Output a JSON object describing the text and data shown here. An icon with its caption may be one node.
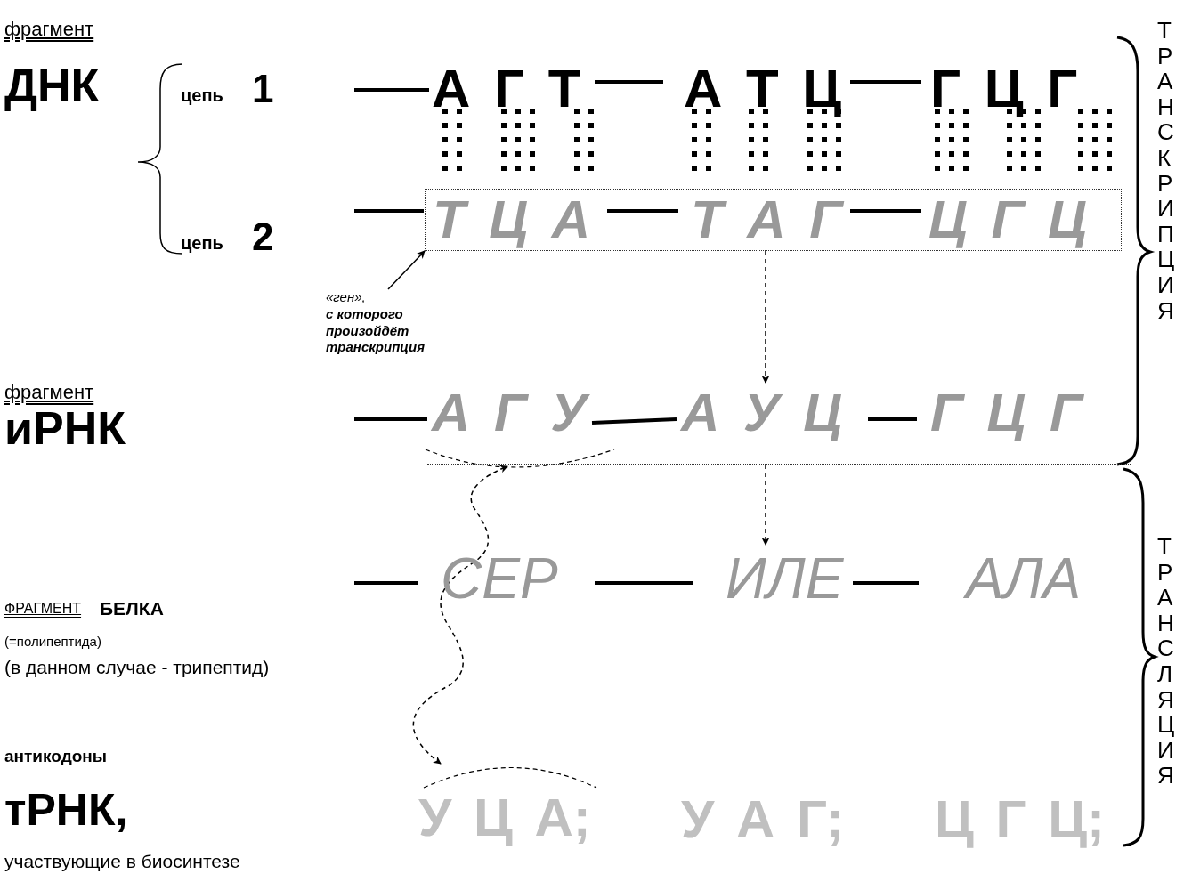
{
  "diagram": {
    "nodes": [
      {
        "text": [
          "Т Ц А",
          "Т А Г",
          "Ц Г Ц"
        ]
      },
      {
        "text": [
          "«ген»,",
          "с которого произойдёт транскрипция"
        ]
      },
      {
        "text": [
          "А Г У",
          "А У Ц",
          "Г Ц Г"
        ]
      },
      {
        "text": [
          "СЕР",
          "ИЛЕ",
          "АЛА"
        ]
      },
      {
        "text": [
          "У Ц А;"
        ]
      },
      {
        "text": [
          "У А Г;"
        ]
      },
      {
        "text": [
          "Ц Г Ц;"
        ]
      }
    ],
    "edges": [
      {
        "from": 1,
        "to": 0,
        "arrow": "to"
      },
      {
        "from": 0,
        "to": 2,
        "arrow": "to",
        "style": "dashed"
      },
      {
        "from": 2,
        "to": 3,
        "arrow": "to",
        "style": "dashed"
      },
      {
        "from": 4,
        "to": 2,
        "arrow": "both",
        "style": "dashed"
      }
    ],
    "labels": [
      "фрагмент",
      "ДНК",
      "цепь",
      "1",
      "А Г Т",
      "А Т Ц",
      "Г Ц Г",
      "цепь",
      "2",
      "фрагмент",
      "иРНК",
      "ФРАГМЕНТ",
      "БЕЛКА",
      "(=полипептида)",
      "(в данном случае - трипептид)",
      "антикодоны",
      "тРНК,",
      "участвующие в биосинтезе",
      "ТРАНСКРИПЦИЯ",
      "ТРАНСЛЯЦИЯ"
    ]
  }
}
